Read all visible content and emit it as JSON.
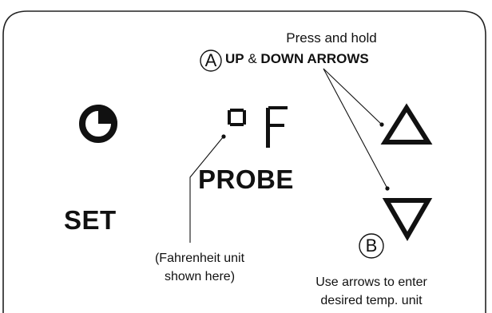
{
  "callout_a": {
    "letter": "A",
    "line1": "Press and hold",
    "up_label": "UP",
    "amp": " & ",
    "down_label": "DOWN ARROWS"
  },
  "callout_b": {
    "letter": "B",
    "line1": "Use arrows to enter",
    "line2": "desired temp. unit"
  },
  "display": {
    "unit_digits": "°F",
    "probe_label": "PROBE",
    "set_label": "SET"
  },
  "fahrenheit_note": {
    "line1": "(Fahrenheit unit",
    "line2": "shown here)"
  },
  "icons": {
    "timer": "timer-icon",
    "up": "up-arrow-icon",
    "down": "down-arrow-icon"
  }
}
